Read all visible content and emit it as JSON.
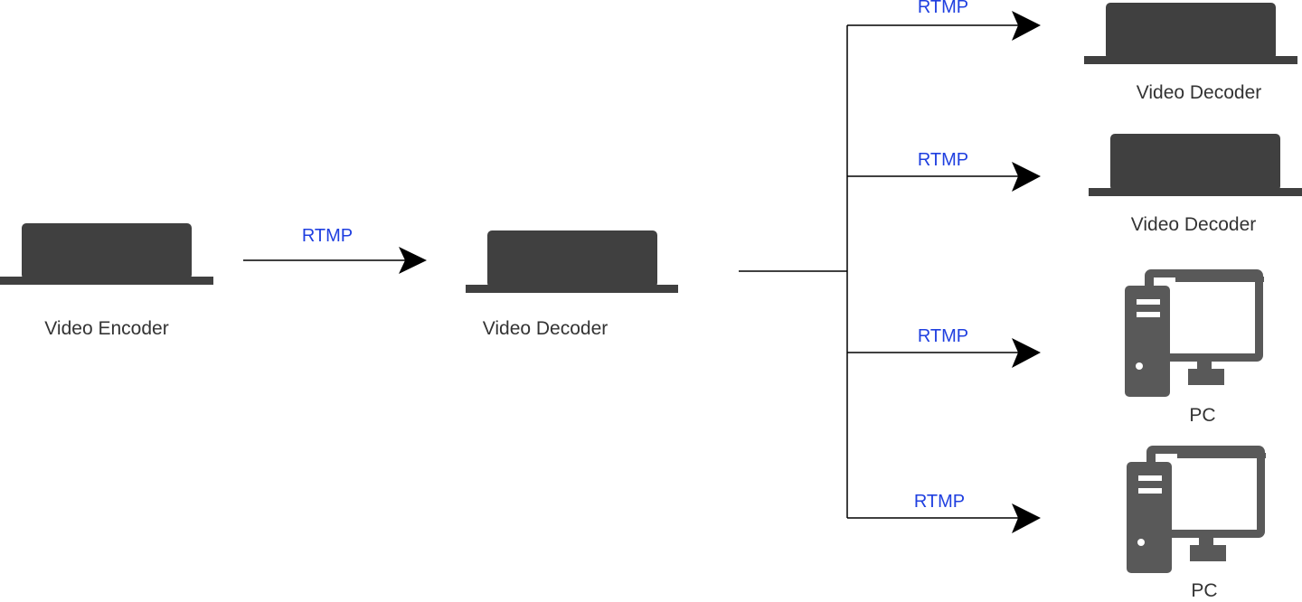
{
  "colors": {
    "device": "#404040",
    "pc": "#595959",
    "line": "#000000",
    "protocol_text": "#1f3fe0",
    "label_text": "#333333"
  },
  "encoder": {
    "label": "Video Encoder",
    "icon": "encoder-box-icon"
  },
  "hub_decoder": {
    "label": "Video Decoder",
    "icon": "decoder-box-icon"
  },
  "main_link": {
    "protocol": "RTMP"
  },
  "outputs": [
    {
      "label": "Video Decoder",
      "protocol": "RTMP",
      "icon": "decoder-box-icon"
    },
    {
      "label": "Video Decoder",
      "protocol": "RTMP",
      "icon": "decoder-box-icon"
    },
    {
      "label": "PC",
      "protocol": "RTMP",
      "icon": "desktop-pc-icon"
    },
    {
      "label": "PC",
      "protocol": "RTMP",
      "icon": "desktop-pc-icon"
    }
  ]
}
